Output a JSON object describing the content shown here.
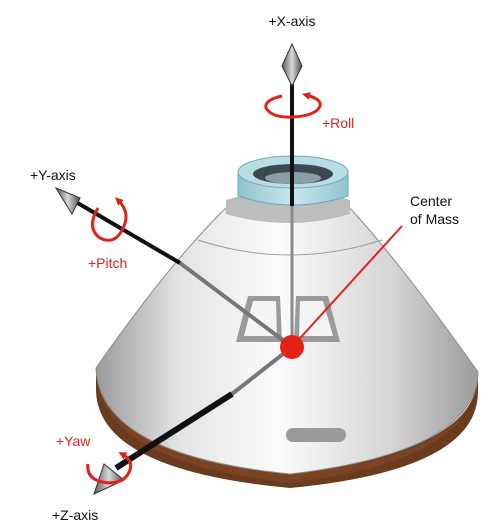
{
  "axes": {
    "x": {
      "label": "+X-axis"
    },
    "y": {
      "label": "+Y-axis"
    },
    "z": {
      "label": "+Z-axis"
    }
  },
  "rotations": {
    "roll": "+Roll",
    "pitch": "+Pitch",
    "yaw": "+Yaw"
  },
  "center_of_mass": {
    "line1": "Center",
    "line2": "of Mass"
  },
  "colors": {
    "red": "#e32119",
    "heat_shield": "#6b3b1e",
    "docking_ring": "#a7d3dd",
    "body_light": "#f2f2f2",
    "body_dark": "#b8b8b8"
  }
}
